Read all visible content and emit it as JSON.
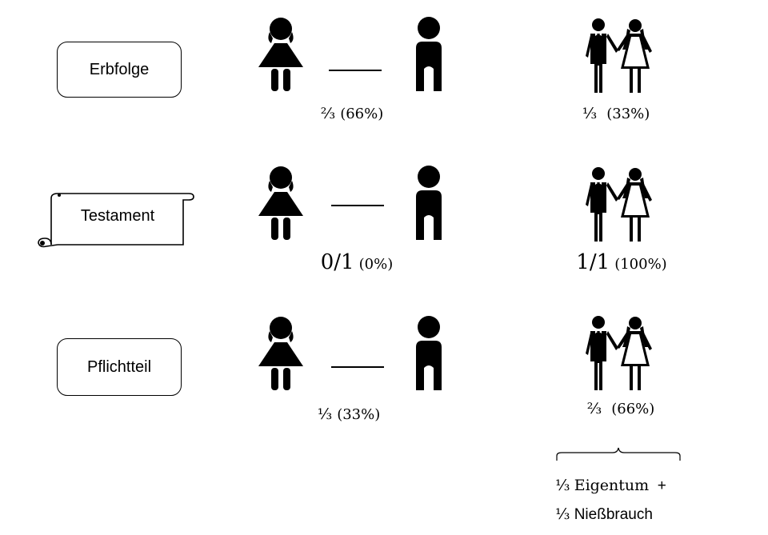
{
  "rows": [
    {
      "label": "Erbfolge",
      "children_share": "⅔",
      "children_pct": "(66%)",
      "spouse_share": "⅓",
      "spouse_pct": "(33%)"
    },
    {
      "label": "Testament",
      "children_share": "0/1",
      "children_pct": "(0%)",
      "spouse_share": "1/1",
      "spouse_pct": "(100%)"
    },
    {
      "label": "Pflichtteil",
      "children_share": "⅓",
      "children_pct": "(33%)",
      "spouse_share": "⅔",
      "spouse_pct": "(66%)"
    }
  ],
  "split": {
    "part1_fraction": "⅓",
    "part1_label": "Eigentum",
    "plus": "+",
    "part2_fraction": "⅓",
    "part2_label": "Nießbrauch"
  },
  "icons": {
    "girl": "girl-icon",
    "boy": "boy-icon",
    "couple": "bride-groom-icon",
    "scroll": "scroll-icon"
  },
  "colors": {
    "ink": "#000000",
    "background": "#ffffff"
  }
}
